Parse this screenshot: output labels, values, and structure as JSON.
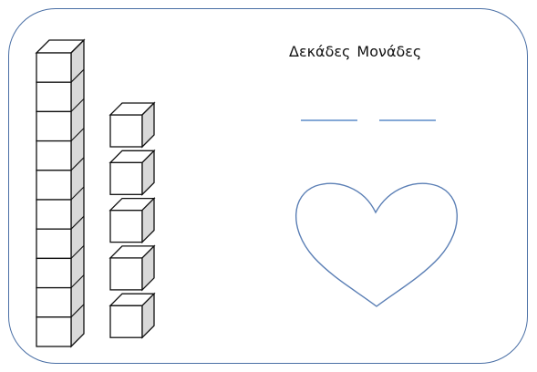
{
  "worksheet": {
    "tens_header": "Δεκάδες",
    "ones_header": "Μονάδες",
    "tens_rods": 1,
    "units_per_rod": 10,
    "ones_cubes": 5,
    "answer_blanks": 2,
    "colors": {
      "frame": "#4a6fa5",
      "line": "#5b8cc8",
      "cube_outline": "#111111",
      "cube_face": "#ffffff",
      "cube_side": "#d9d9d9"
    },
    "shape": "heart-shape"
  }
}
